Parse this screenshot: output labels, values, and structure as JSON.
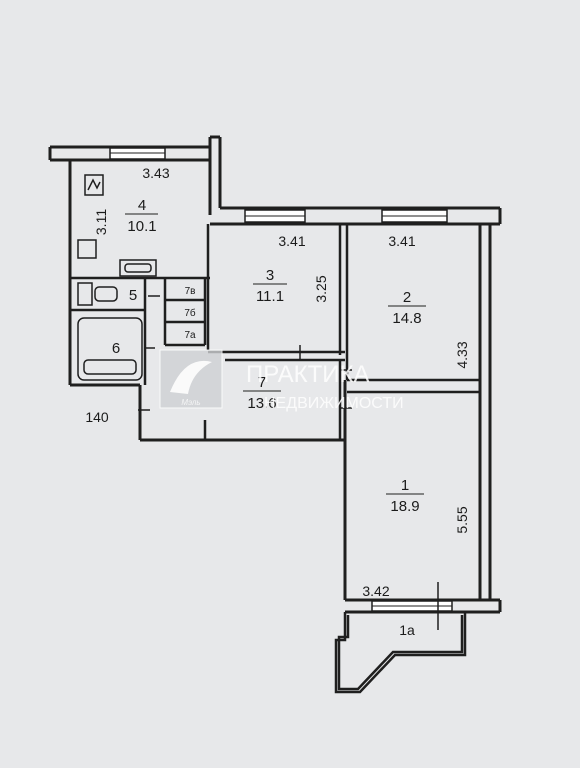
{
  "plan": {
    "rooms": [
      {
        "id": "1",
        "number": "1",
        "area": "18.9"
      },
      {
        "id": "2",
        "number": "2",
        "area": "14.8"
      },
      {
        "id": "3",
        "number": "3",
        "area": "11.1"
      },
      {
        "id": "4",
        "number": "4",
        "area": "10.1"
      },
      {
        "id": "5",
        "number": "5"
      },
      {
        "id": "6",
        "number": "6"
      },
      {
        "id": "7",
        "number": "7",
        "area": "13.6"
      },
      {
        "id": "1a",
        "number": "1а"
      }
    ],
    "small_labels": [
      "7в",
      "7б",
      "7а"
    ],
    "dimensions": {
      "room4_width": "3.43",
      "room4_depth": "3.11",
      "room3_width": "3.41",
      "room3_depth": "3.25",
      "room2_width": "3.41",
      "room2_depth": "4.33",
      "room1_depth": "5.55",
      "room1_width": "3.42"
    },
    "entrance_label": "140",
    "watermark": {
      "line1": "ПРАКТИКА",
      "line2": "НЕДВИЖИМОСТИ",
      "logo_text": "Мэль"
    }
  },
  "colors": {
    "wall": "#1f1f1f",
    "background": "#e7e8ea",
    "watermark": "#ffffff"
  }
}
